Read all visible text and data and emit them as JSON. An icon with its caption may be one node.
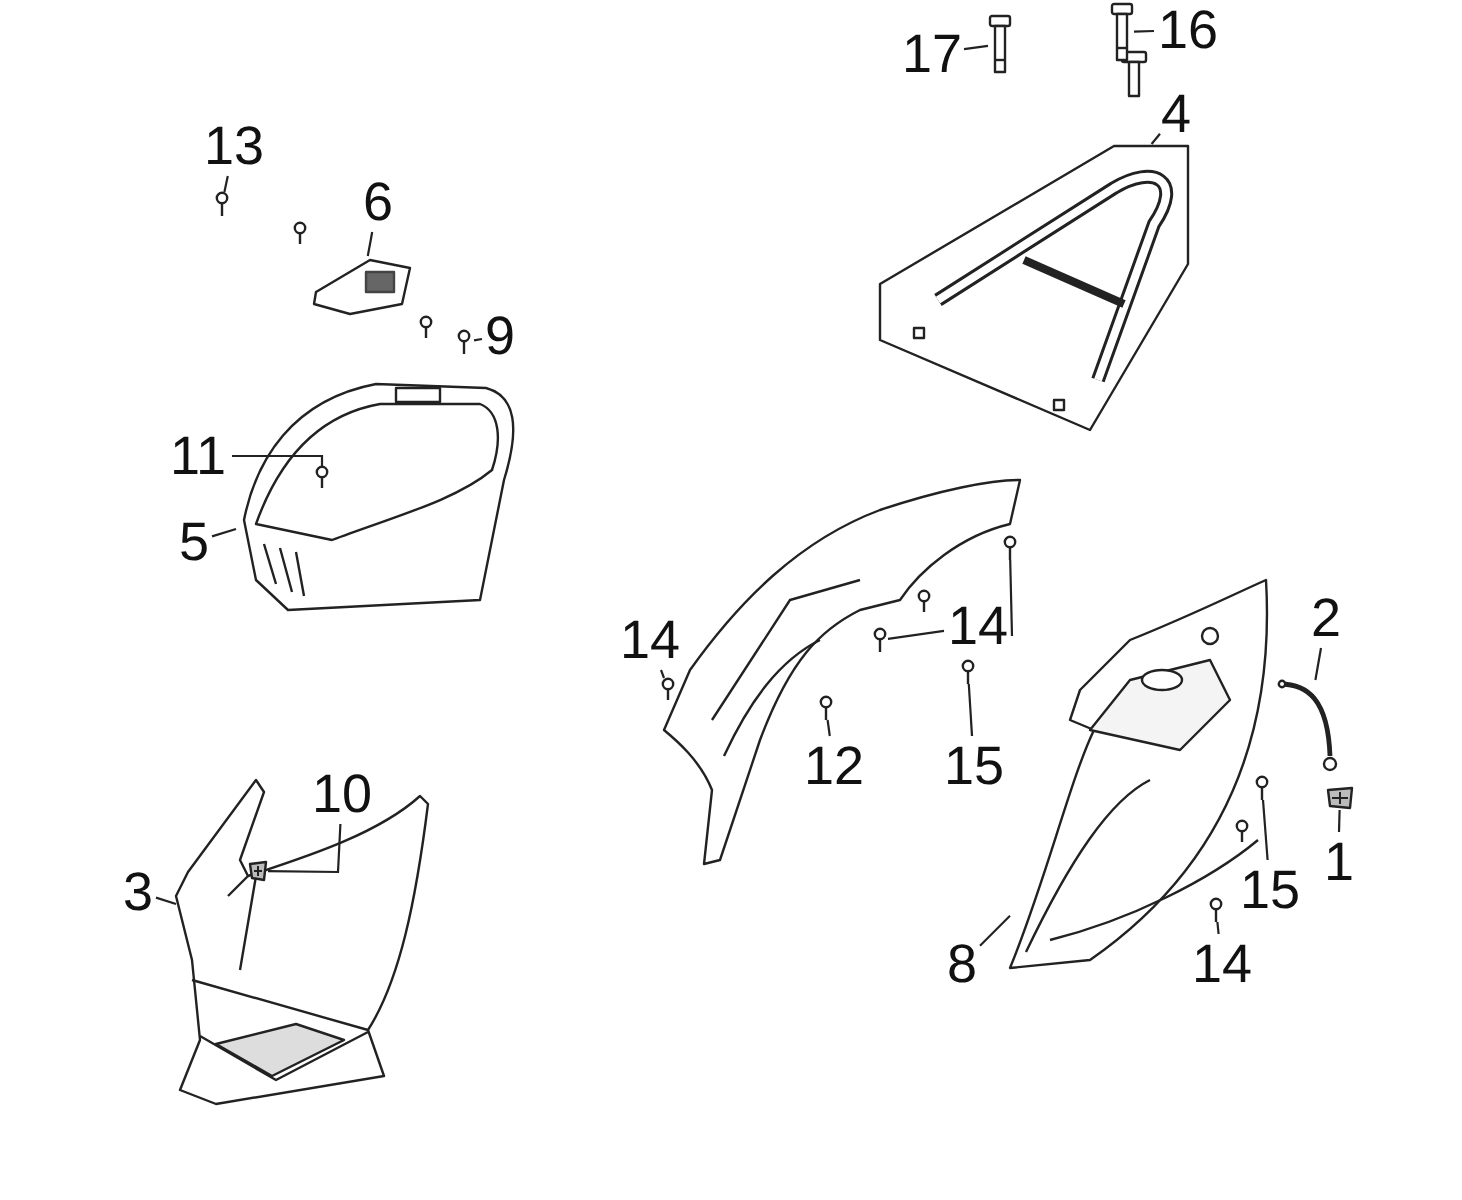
{
  "diagram": {
    "nodes": [
      {
        "text": [
          "17"
        ]
      },
      {
        "text": [],
        "shape": "picture"
      },
      {
        "text": [
          "16"
        ]
      },
      {
        "text": [],
        "shape": "picture"
      },
      {
        "text": [
          "4"
        ]
      },
      {
        "text": [],
        "shape": "picture"
      },
      {
        "text": [
          "13"
        ]
      },
      {
        "text": [],
        "shape": "picture"
      },
      {
        "text": [
          "6"
        ]
      },
      {
        "text": [],
        "shape": "picture"
      },
      {
        "text": [
          "9"
        ]
      },
      {
        "text": [],
        "shape": "picture"
      },
      {
        "text": [
          "11"
        ]
      },
      {
        "text": [],
        "shape": "picture",
        "in": 15
      },
      {
        "text": [
          "5"
        ]
      },
      {
        "text": [],
        "shape": "picture"
      },
      {
        "text": [
          "14"
        ]
      },
      {
        "text": [],
        "shape": "picture"
      },
      {
        "text": [
          "14"
        ]
      },
      {
        "text": [],
        "shape": "picture"
      },
      {
        "text": [],
        "shape": "picture"
      },
      {
        "text": [
          "12"
        ]
      },
      {
        "text": [],
        "shape": "picture"
      },
      {
        "text": [
          "15"
        ]
      },
      {
        "text": [],
        "shape": "picture"
      },
      {
        "text": [
          "2"
        ]
      },
      {
        "text": [],
        "shape": "picture"
      },
      {
        "text": [
          "10"
        ]
      },
      {
        "text": [],
        "shape": "picture"
      },
      {
        "text": [
          "3"
        ]
      },
      {
        "text": [],
        "shape": "picture"
      },
      {
        "text": [
          "1"
        ]
      },
      {
        "text": [],
        "shape": "picture"
      },
      {
        "text": [
          "15"
        ]
      },
      {
        "text": [],
        "shape": "picture"
      },
      {
        "text": [
          "14"
        ]
      },
      {
        "text": [],
        "shape": "picture"
      },
      {
        "text": [
          "8"
        ]
      },
      {
        "text": [],
        "shape": "picture"
      }
    ],
    "edges": [
      {
        "from": 0,
        "to": 1,
        "arrow": "none"
      },
      {
        "from": 2,
        "to": 3,
        "arrow": "none"
      },
      {
        "from": 4,
        "to": 5,
        "arrow": "none"
      },
      {
        "from": 6,
        "to": 7,
        "arrow": "none"
      },
      {
        "from": 8,
        "to": 9,
        "arrow": "none"
      },
      {
        "from": 10,
        "to": 11,
        "arrow": "none"
      },
      {
        "from": 12,
        "to": 13,
        "arrow": "none"
      },
      {
        "from": 14,
        "to": 15,
        "arrow": "none"
      },
      {
        "from": 16,
        "to": 17,
        "arrow": "none"
      },
      {
        "from": 18,
        "to": 19,
        "arrow": "none"
      },
      {
        "from": 18,
        "to": 20,
        "arrow": "none"
      },
      {
        "from": 21,
        "to": 22,
        "arrow": "none"
      },
      {
        "from": 23,
        "to": 24,
        "arrow": "none"
      },
      {
        "from": 25,
        "to": 26,
        "arrow": "none"
      },
      {
        "from": 27,
        "to": 28,
        "arrow": "none"
      },
      {
        "from": 29,
        "to": 30,
        "arrow": "none"
      },
      {
        "from": 31,
        "to": 32,
        "arrow": "none"
      },
      {
        "from": 33,
        "to": 34,
        "arrow": "none"
      },
      {
        "from": 35,
        "to": 36,
        "arrow": "none"
      },
      {
        "from": 37,
        "to": 38,
        "arrow": "none"
      }
    ]
  }
}
